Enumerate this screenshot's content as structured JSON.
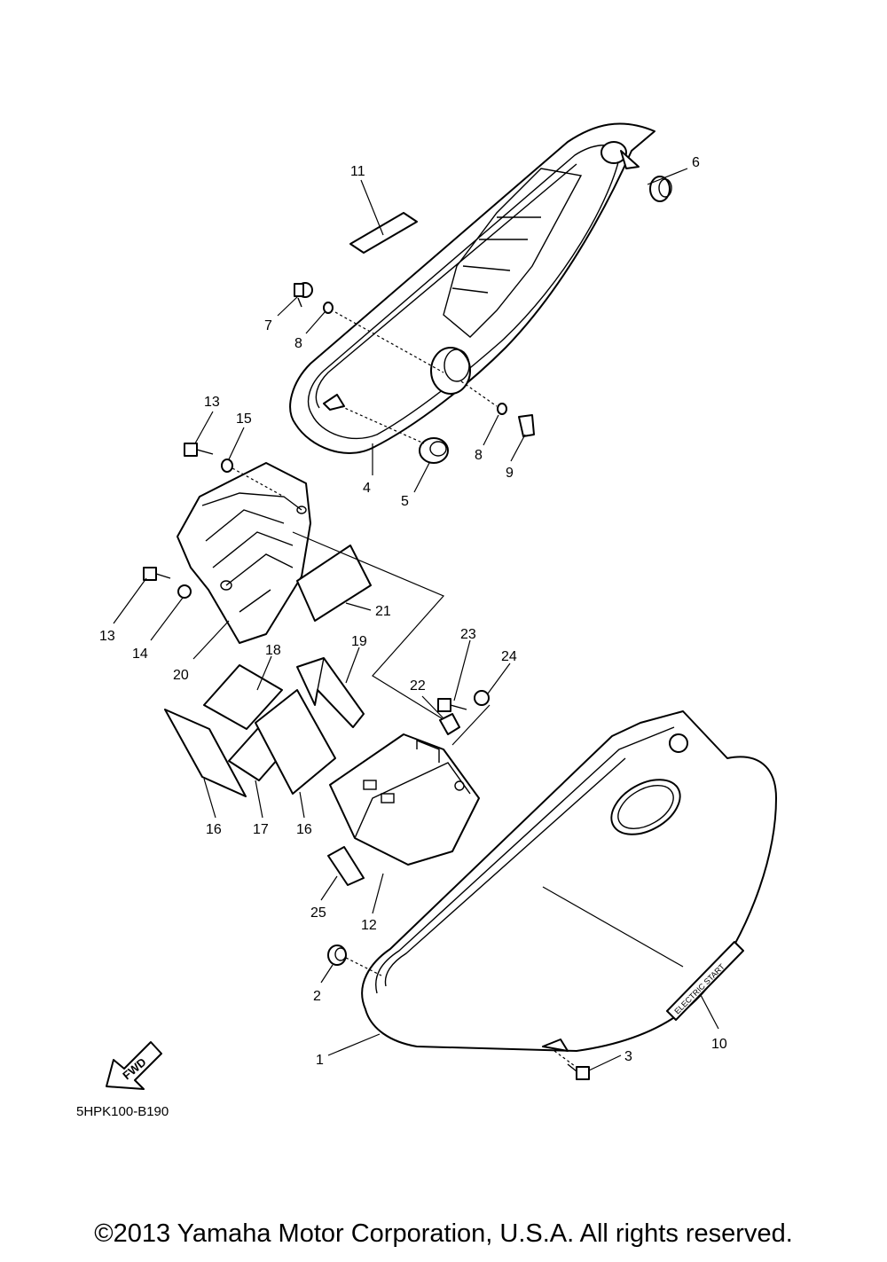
{
  "callouts": {
    "c1": "1",
    "c2": "2",
    "c3": "3",
    "c4": "4",
    "c5": "5",
    "c6": "6",
    "c7": "7",
    "c8a": "8",
    "c8b": "8",
    "c9": "9",
    "c10": "10",
    "c11": "11",
    "c12": "12",
    "c13a": "13",
    "c13b": "13",
    "c14": "14",
    "c15": "15",
    "c16a": "16",
    "c16b": "16",
    "c17": "17",
    "c18": "18",
    "c19": "19",
    "c20": "20",
    "c21": "21",
    "c22": "22",
    "c23": "23",
    "c24": "24",
    "c25": "25"
  },
  "decal_text": "ELECTRIC START",
  "fwd_label": "FWD",
  "diagram_code": "5HPK100-B190",
  "copyright": "©2013 Yamaha Motor Corporation, U.S.A. All rights reserved."
}
